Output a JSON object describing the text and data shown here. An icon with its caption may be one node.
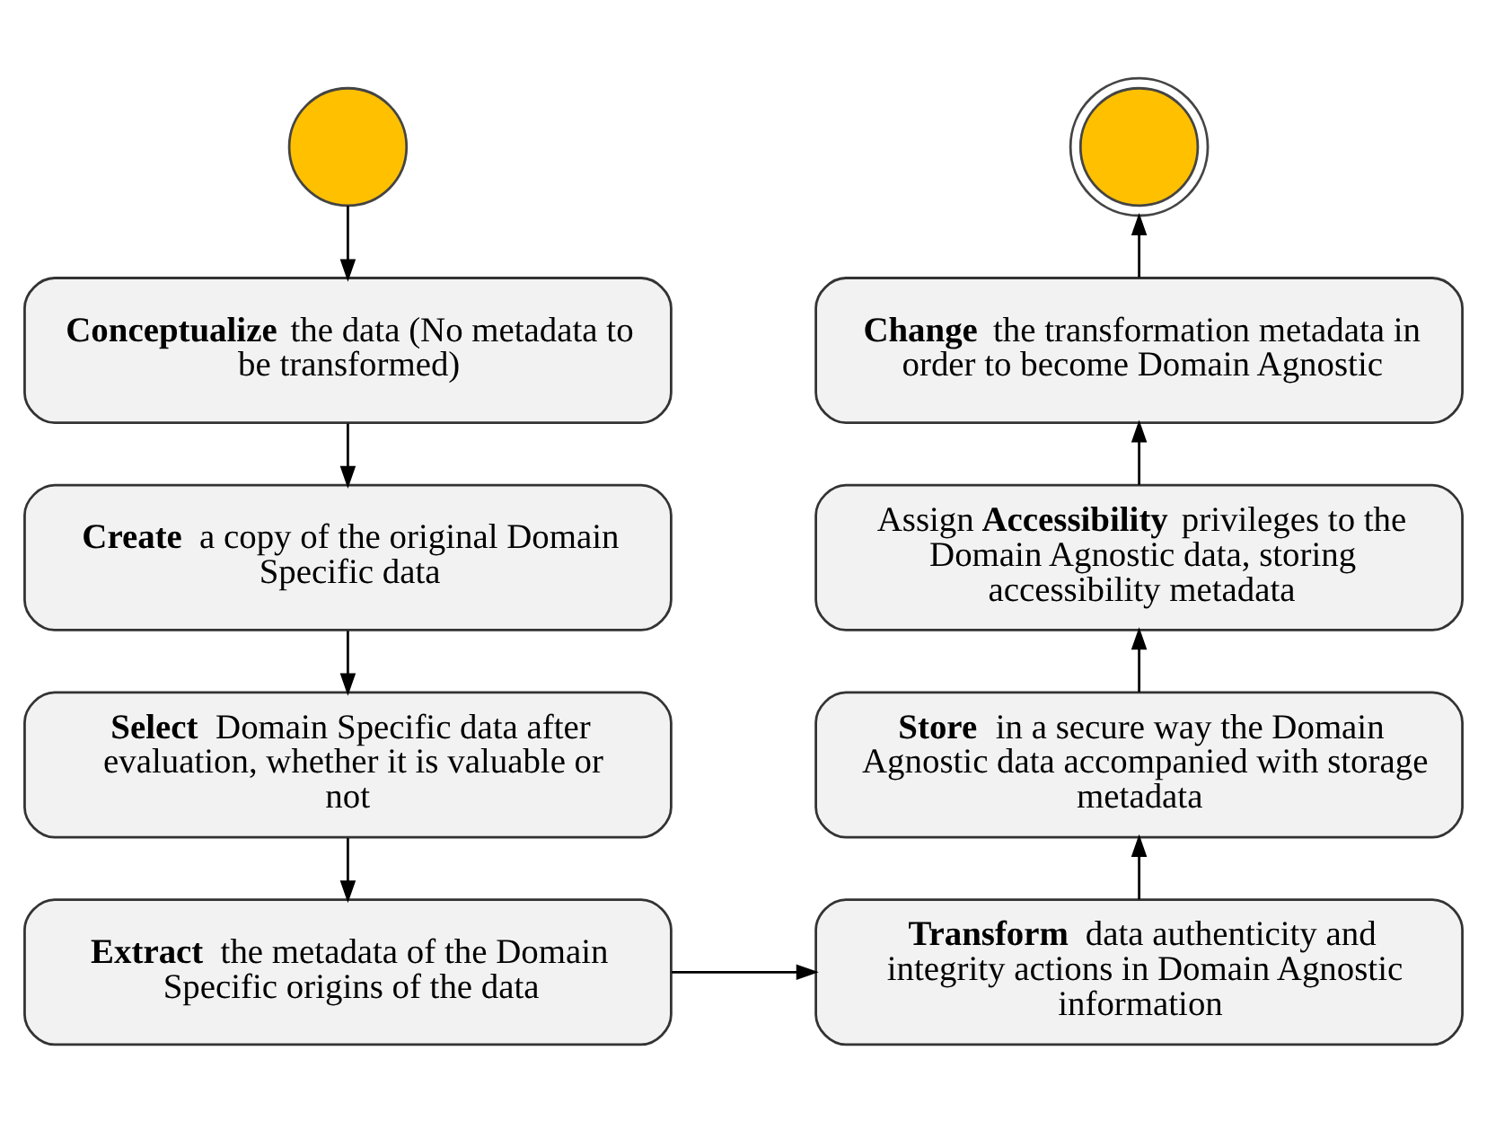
{
  "diagram": {
    "nodes": [
      {
        "text": [],
        "shape": "circle"
      },
      {
        "text": [
          "**Conceptualize** the data (No metadata to be transformed)"
        ]
      },
      {
        "text": [
          "**Create** a copy of the original Domain Specific data"
        ]
      },
      {
        "text": [
          "**Select** Domain Specific data after evaluation, whether it is valuable or not"
        ]
      },
      {
        "text": [
          "**Extract** the metadata of the Domain Specific origins of the data"
        ]
      },
      {
        "text": [
          "**Transform** data authenticity and integrity actions in Domain Agnostic information"
        ]
      },
      {
        "text": [
          "**Store** in a secure way the Domain Agnostic data accompanied with storage metadata"
        ]
      },
      {
        "text": [
          "Assign **Accessibility** privileges to the Domain Agnostic data, storing accessibility metadata"
        ]
      },
      {
        "text": [
          "**Change** the transformation metadata in order to become Domain Agnostic"
        ]
      },
      {
        "text": [],
        "shape": "circle"
      }
    ],
    "edges": [
      {
        "from": 0,
        "to": 1,
        "arrow": "to"
      },
      {
        "from": 1,
        "to": 2,
        "arrow": "to"
      },
      {
        "from": 2,
        "to": 3,
        "arrow": "to"
      },
      {
        "from": 3,
        "to": 4,
        "arrow": "to"
      },
      {
        "from": 4,
        "to": 5,
        "arrow": "to"
      },
      {
        "from": 5,
        "to": 6,
        "arrow": "to"
      },
      {
        "from": 6,
        "to": 7,
        "arrow": "to"
      },
      {
        "from": 7,
        "to": 8,
        "arrow": "to"
      },
      {
        "from": 8,
        "to": 9,
        "arrow": "to"
      }
    ]
  }
}
